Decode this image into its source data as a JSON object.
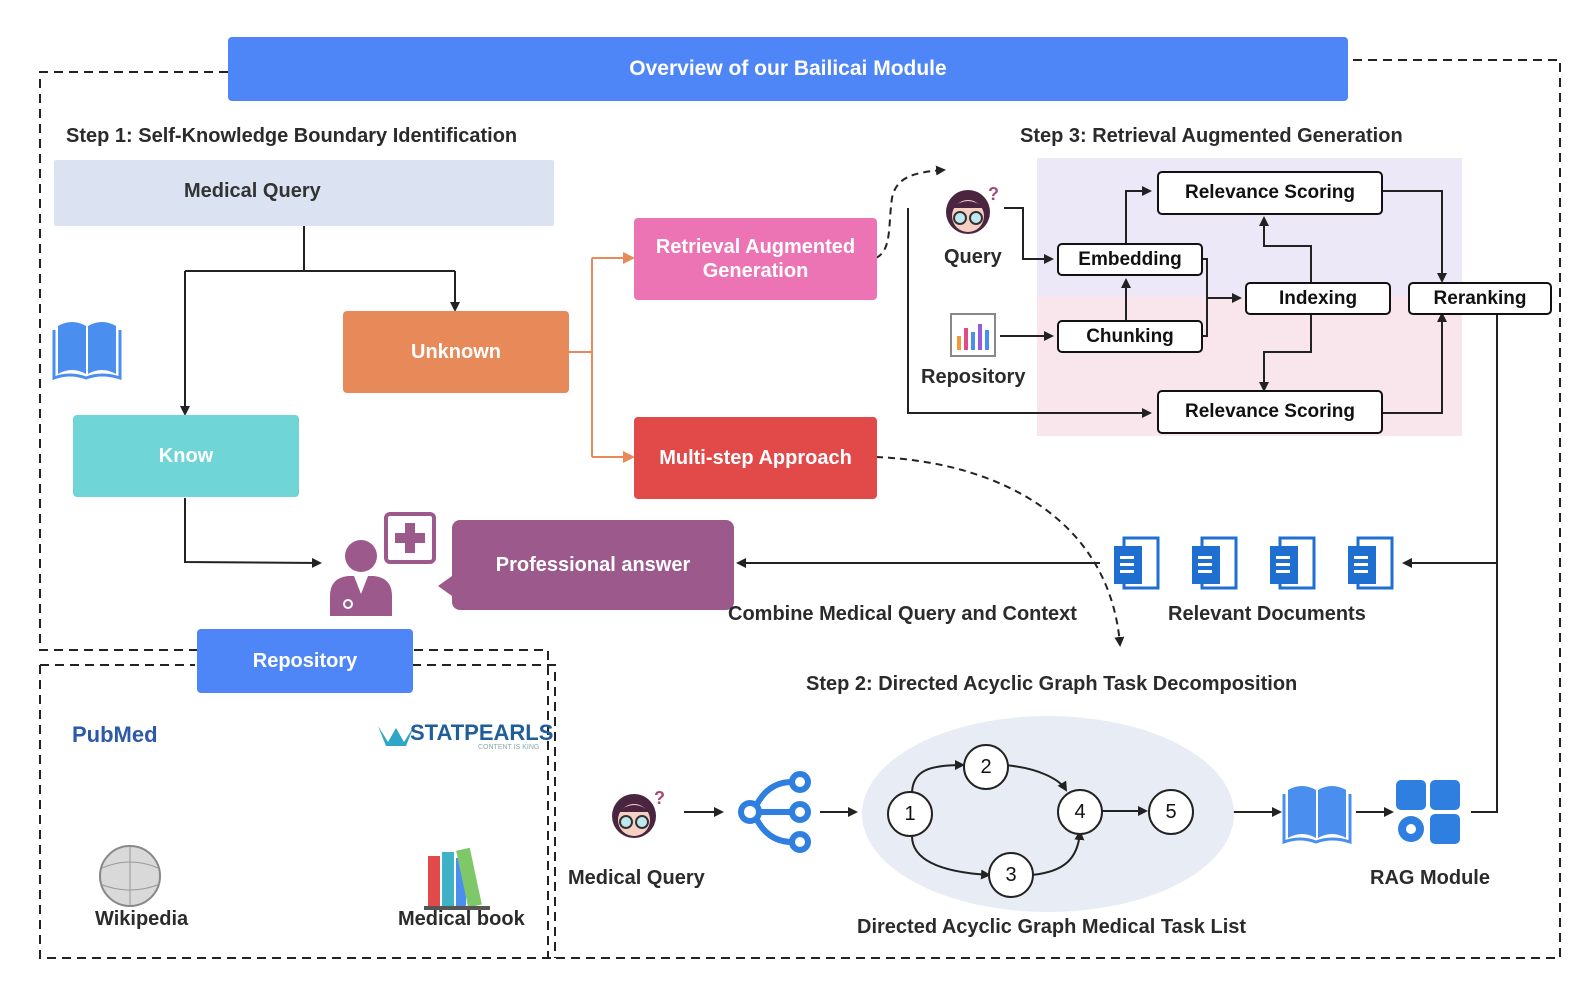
{
  "header": {
    "title": "Overview of our Bailicai Module"
  },
  "step1": {
    "title": "Step 1:  Self-Knowledge Boundary Identification",
    "query_label": "Medical Query",
    "unknown_label": "Unknown",
    "know_label": "Know",
    "rag_label": "Retrieval Augmented Generation",
    "multistep_label": "Multi-step Approach",
    "answer_label": "Professional answer"
  },
  "step3": {
    "title": "Step 3: Retrieval Augmented Generation",
    "query_label": "Query",
    "repository_label": "Repository",
    "embedding_label": "Embedding",
    "chunking_label": "Chunking",
    "indexing_label": "Indexing",
    "relevance_top_label": "Relevance Scoring",
    "relevance_bottom_label": "Relevance Scoring",
    "reranking_label": "Reranking"
  },
  "middle": {
    "combine_label": "Combine Medical Query and Context",
    "relevant_docs_label": "Relevant Documents"
  },
  "repository": {
    "title": "Repository",
    "pubmed_logo": "PubMed",
    "statpearls_logo": "STATPEARLS",
    "statpearls_tagline": "CONTENT IS KING",
    "wikipedia_label": "Wikipedia",
    "medical_book_label": "Medical book"
  },
  "step2": {
    "title": "Step 2: Directed Acyclic Graph Task Decomposition",
    "query_label": "Medical Query",
    "dag_label": "Directed Acyclic Graph Medical Task List",
    "rag_module_label": "RAG Module",
    "nodes": [
      "1",
      "2",
      "3",
      "4",
      "5"
    ]
  },
  "colors": {
    "header_blue": "#4f86f7",
    "unknown_orange": "#e8895a",
    "know_teal": "#6fd5d6",
    "rag_pink": "#ec74b5",
    "multistep_red": "#e24a4a",
    "answer_purple": "#9b5a8b",
    "query_bg": "#dbe3f3",
    "icon_blue": "#2f7fe0"
  }
}
